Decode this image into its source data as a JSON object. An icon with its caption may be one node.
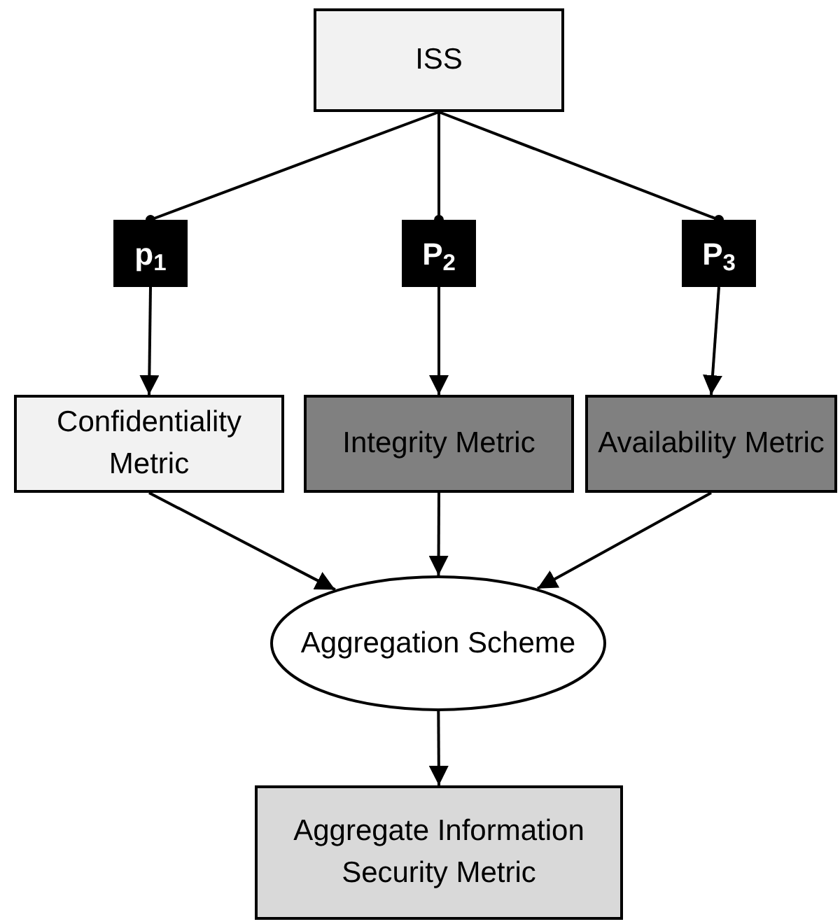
{
  "diagram": {
    "nodes": [
      {
        "text": [
          "ISS"
        ]
      },
      {
        "text": [
          "p$_{1}$"
        ]
      },
      {
        "text": [
          "P$_{2}$"
        ]
      },
      {
        "text": [
          "P$_{3}$"
        ]
      },
      {
        "text": [
          "Confidentiality Metric"
        ]
      },
      {
        "text": [
          "Integrity Metric"
        ]
      },
      {
        "text": [
          "Availability Metric"
        ]
      },
      {
        "text": [
          "Aggregation Scheme"
        ]
      },
      {
        "text": [
          "Aggregate Information Security Metric"
        ]
      }
    ],
    "edges": [
      {
        "from": 0,
        "to": 1,
        "arrow": "other"
      },
      {
        "from": 0,
        "to": 2,
        "arrow": "other"
      },
      {
        "from": 0,
        "to": 3,
        "arrow": "other"
      },
      {
        "from": 1,
        "to": 4,
        "arrow": "to"
      },
      {
        "from": 2,
        "to": 5,
        "arrow": "to"
      },
      {
        "from": 3,
        "to": 6,
        "arrow": "to"
      },
      {
        "from": 4,
        "to": 7,
        "arrow": "to"
      },
      {
        "from": 5,
        "to": 7,
        "arrow": "to"
      },
      {
        "from": 6,
        "to": 7,
        "arrow": "to"
      },
      {
        "from": 7,
        "to": 8,
        "arrow": "to"
      }
    ]
  }
}
